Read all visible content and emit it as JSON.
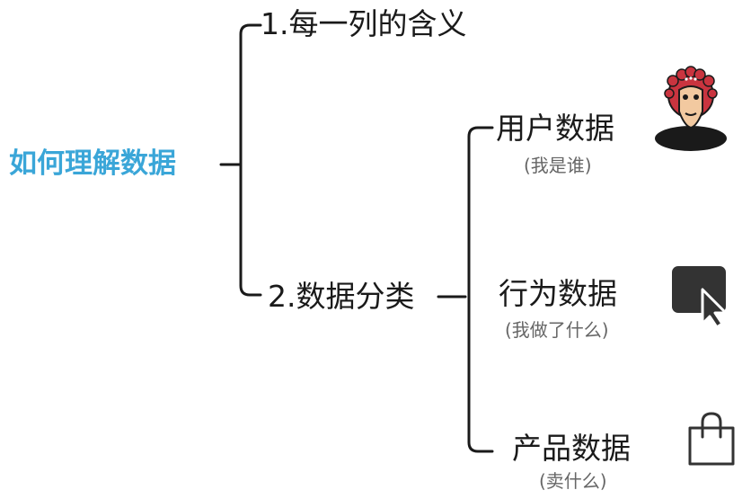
{
  "root": {
    "label": "如何理解数据"
  },
  "branches": [
    {
      "label": "1.每一列的含义"
    },
    {
      "label": "2.数据分类",
      "children": [
        {
          "label": "用户数据",
          "note": "(我是谁)",
          "icon": "monkey-avatar-icon"
        },
        {
          "label": "行为数据",
          "note": "(我做了什么)",
          "icon": "cursor-click-icon"
        },
        {
          "label": "产品数据",
          "note": "(卖什么)",
          "icon": "shopping-bag-icon"
        }
      ]
    }
  ],
  "colors": {
    "root": "#3aa6d8",
    "line": "#1a1a1a",
    "note": "#666666"
  }
}
